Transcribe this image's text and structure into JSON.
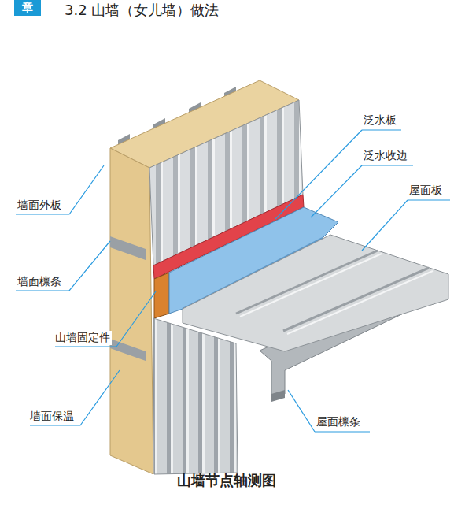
{
  "diagram": {
    "title": "3.2 山墙（女儿墙）做法",
    "caption": "山墙节点轴测图",
    "nodes": [
      {
        "text": [
          "章"
        ]
      }
    ],
    "labels": [
      "墙面外板",
      "墙面檩条",
      "山墙固定件",
      "墙面保温",
      "泛水板",
      "泛水收边",
      "屋面板",
      "屋面檩条"
    ]
  }
}
